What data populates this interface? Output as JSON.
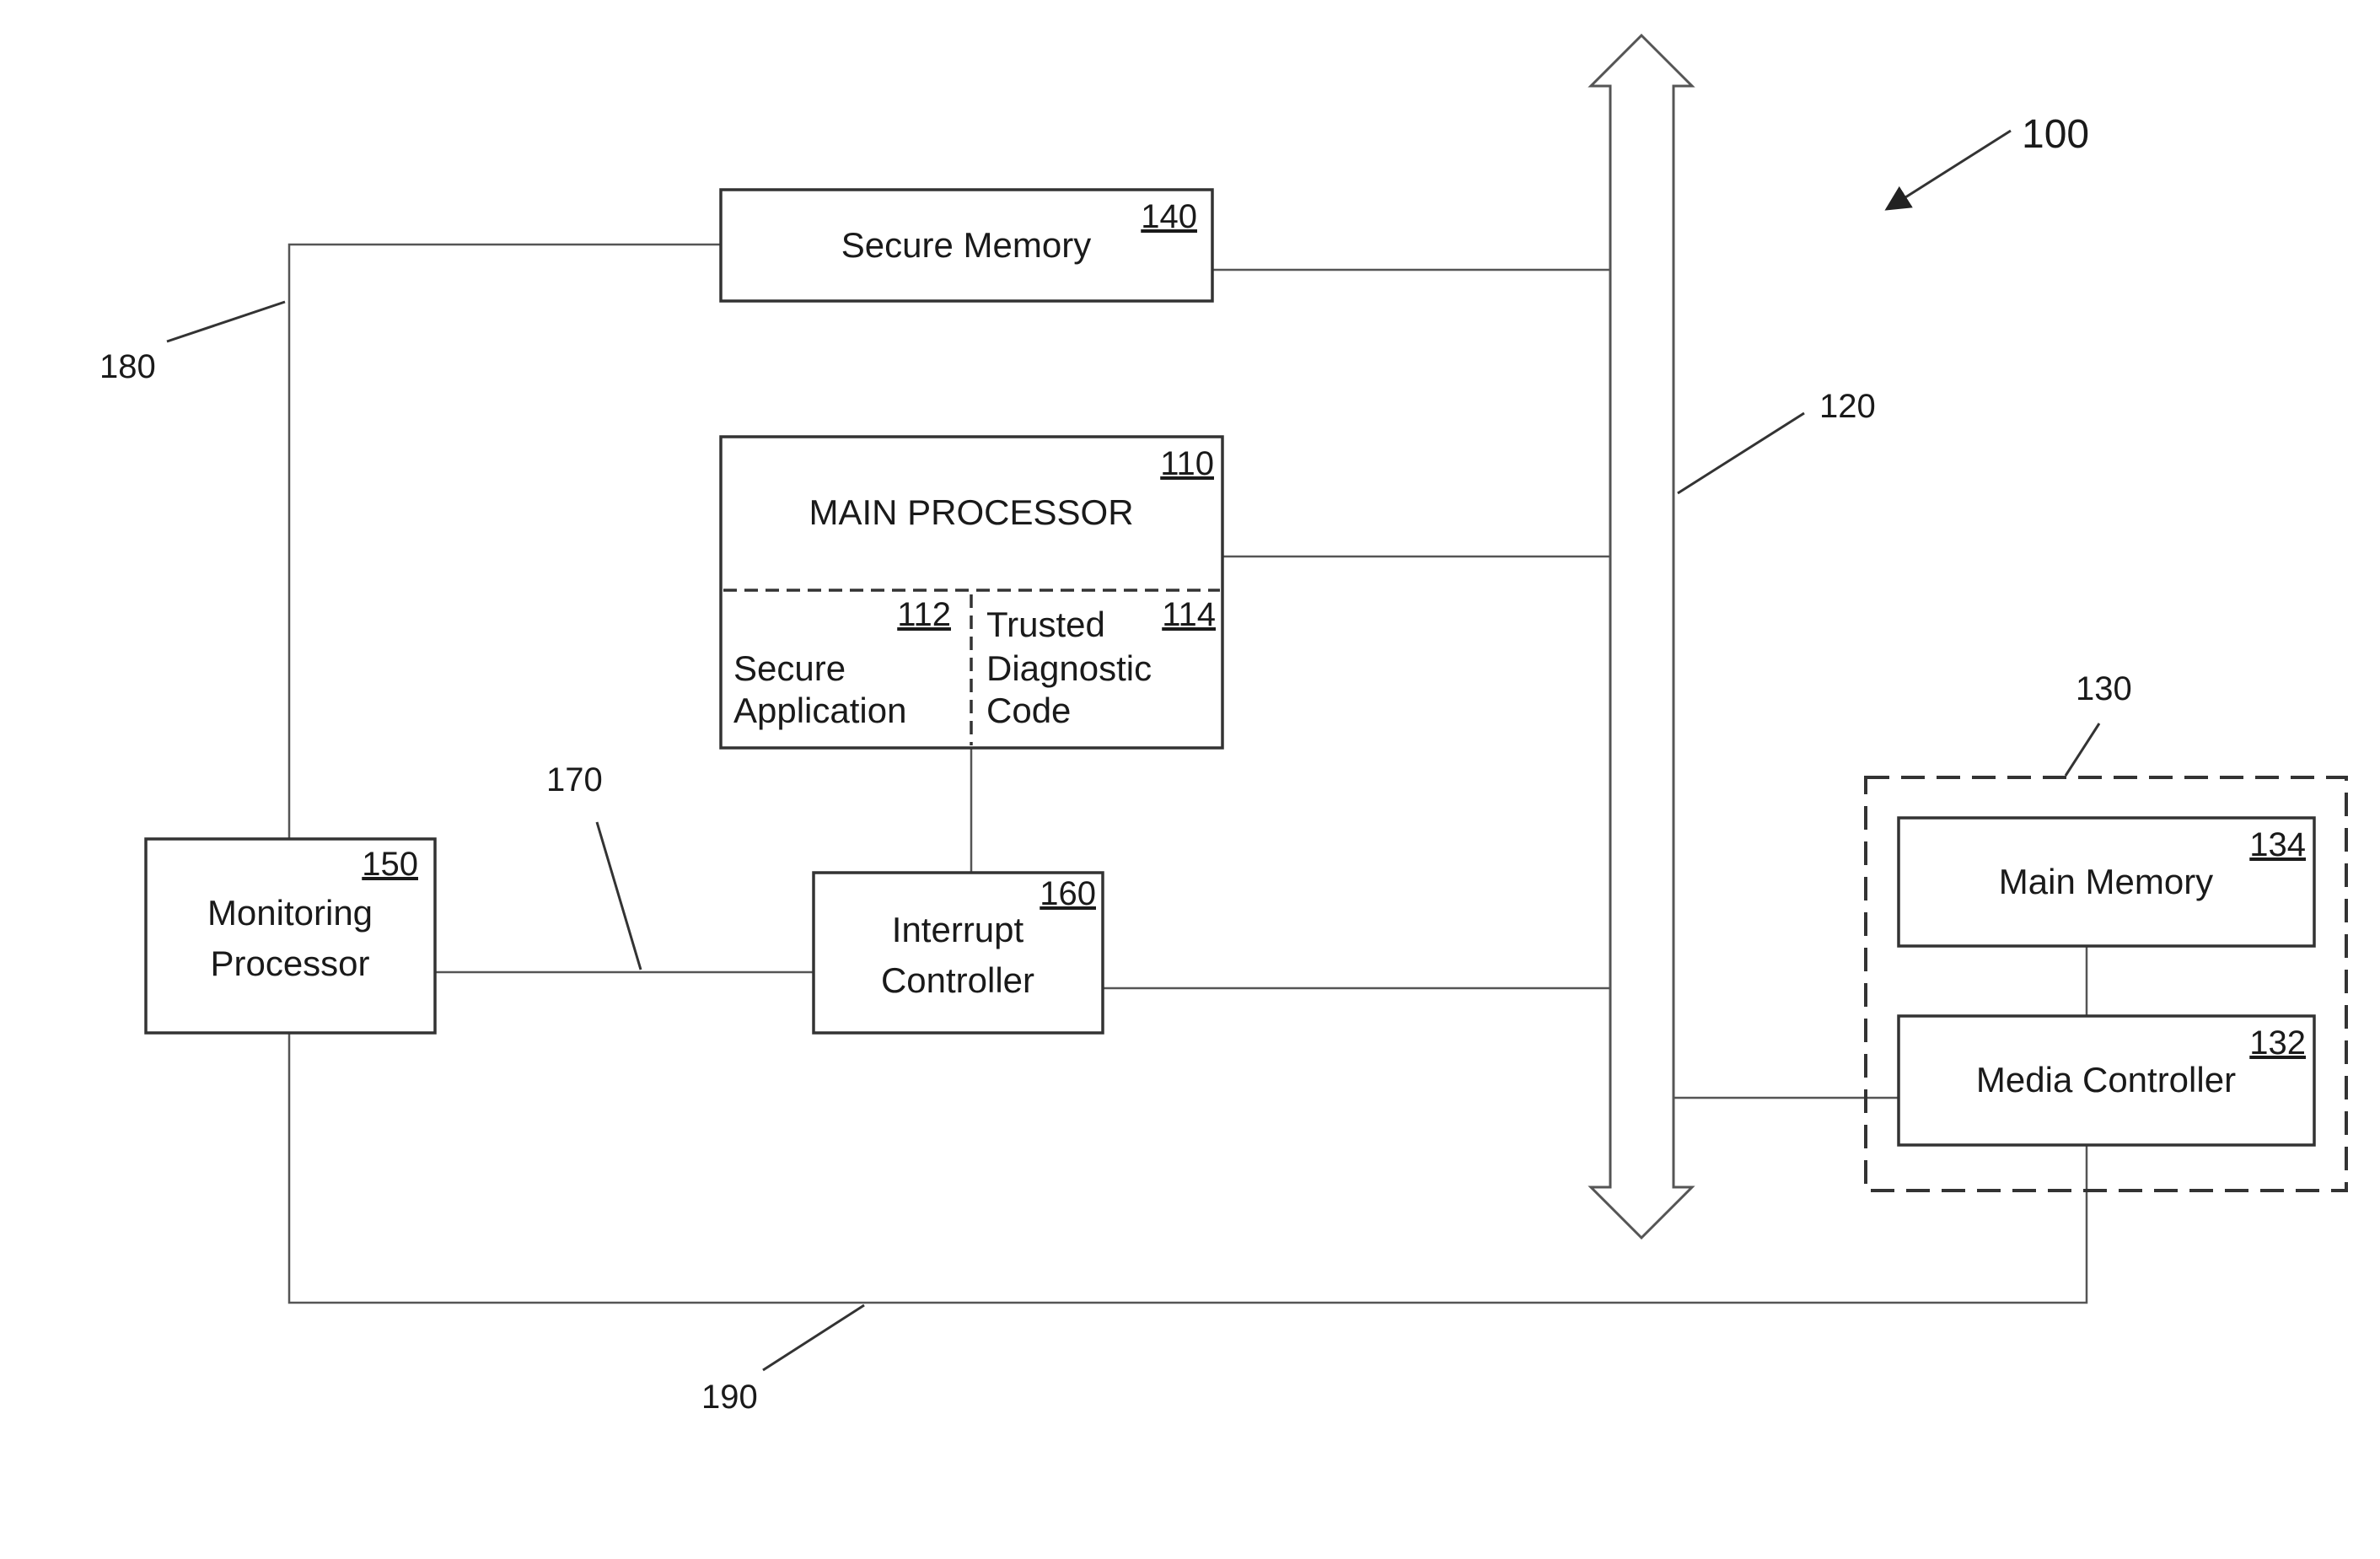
{
  "figure_number": "100",
  "bus": {
    "ref": "120"
  },
  "secure_memory": {
    "label": "Secure Memory",
    "ref": "140"
  },
  "main_processor": {
    "label": "MAIN PROCESSOR",
    "ref": "110",
    "secure_application": {
      "line1": "Secure",
      "line2": "Application",
      "ref": "112"
    },
    "trusted_diagnostic_code": {
      "line1": "Trusted",
      "line2": "Diagnostic",
      "line3": "Code",
      "ref": "114"
    }
  },
  "monitoring_processor": {
    "line1": "Monitoring",
    "line2": "Processor",
    "ref": "150"
  },
  "interrupt_controller": {
    "line1": "Interrupt",
    "line2": "Controller",
    "ref": "160"
  },
  "memory_module": {
    "ref": "130",
    "main_memory": {
      "label": "Main Memory",
      "ref": "134"
    },
    "media_controller": {
      "label": "Media Controller",
      "ref": "132"
    }
  },
  "links": {
    "monitor_to_secure_memory": "180",
    "monitor_to_interrupt_controller": "170",
    "monitor_to_media_controller": "190"
  }
}
